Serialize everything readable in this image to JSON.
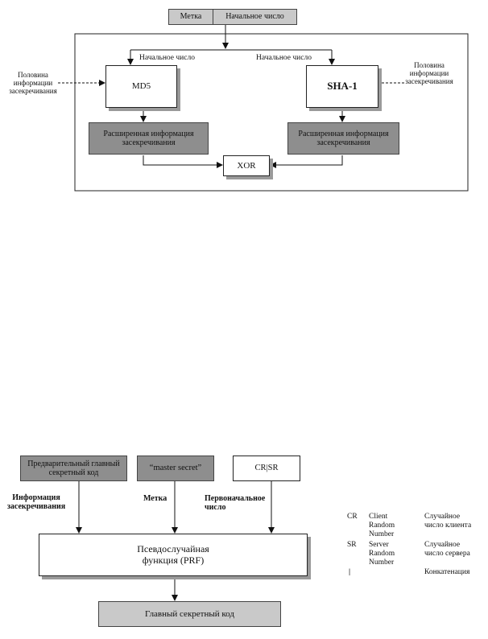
{
  "top": {
    "label_cell": "Метка",
    "seed_cell": "Начальное число",
    "seed_label_left": "Начальное число",
    "seed_label_right": "Начальное число",
    "half_secret_left": "Половина информации засекречивания",
    "half_secret_right": "Половина информации засекречивания",
    "md5": "MD5",
    "sha1": "SHA-1",
    "expanded_left": "Расширенная информация засекречивания",
    "expanded_right": "Расширенная информация засекречивания",
    "xor": "XOR"
  },
  "bottom": {
    "premaster": "Предварительный главный секретный код",
    "master_secret": "“master secret”",
    "crsr": "CR|SR",
    "secret_info_label": "Информация засекречивания",
    "label_label": "Метка",
    "seed_label": "Первоначальное число",
    "prf": "Псевдослучайная функция (PRF)",
    "master_code": "Главный секретный код"
  },
  "legend": {
    "rows": [
      {
        "abbr": "CR",
        "en": "Client Random Number",
        "ru": "Случайное число клиента"
      },
      {
        "abbr": "SR",
        "en": "Server Random Number",
        "ru": "Случайное число сервера"
      },
      {
        "abbr": "|",
        "en": "",
        "ru": "Конкатенация"
      }
    ]
  }
}
